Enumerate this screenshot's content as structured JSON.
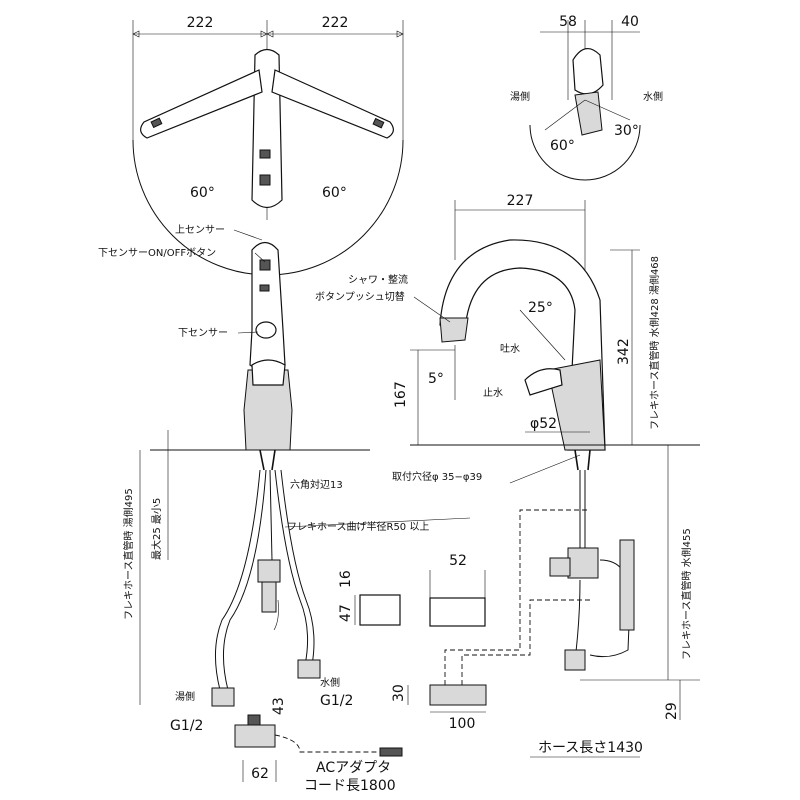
{
  "dimensions": {
    "top_left": "222",
    "top_right": "222",
    "angle_left": "60°",
    "angle_right": "60°",
    "handle_top_left": "58",
    "handle_top_right": "40",
    "handle_angle_left": "60°",
    "handle_angle_right": "30°",
    "spout_reach": "227",
    "height_342": "342",
    "height_167": "167",
    "angle_25": "25°",
    "angle_5": "5°",
    "diameter_52": "φ52",
    "hole_diameter": "取付穴径φ 35−φ39",
    "hose_bend": "フレキホース曲げ半径R50 以上",
    "hex": "六角対辺13",
    "max_25": "最大25 最小5",
    "adapter_w": "52",
    "adapter_16": "16",
    "adapter_47": "47",
    "box_30": "30",
    "box_100": "100",
    "plug_43": "43",
    "plug_62": "62",
    "dim_29": "29",
    "hose_length": "ホース長さ1430"
  },
  "labels": {
    "hot_side": "湯側",
    "cold_side": "水側",
    "upper_sensor": "上センサー",
    "lower_sensor_button": "下センサーON/OFFボタン",
    "lower_sensor": "下センサー",
    "shower_switch_1": "シャワ・整流",
    "shower_switch_2": "ボタンプッシュ切替",
    "spout_water": "吐水",
    "stop_water": "止水",
    "flex_hot_straight": "フレキホース直管時 湯側495",
    "flex_right_top": "フレキホース直管時 水側428 湯側468",
    "flex_right_bottom": "フレキホース直管時 水側455",
    "hot_side_bottom": "湯側",
    "cold_side_bottom": "水側",
    "g_left": "G1/2",
    "g_right": "G1/2",
    "ac_adapter": "ACアダプタ",
    "cord_length": "コード長1800"
  }
}
